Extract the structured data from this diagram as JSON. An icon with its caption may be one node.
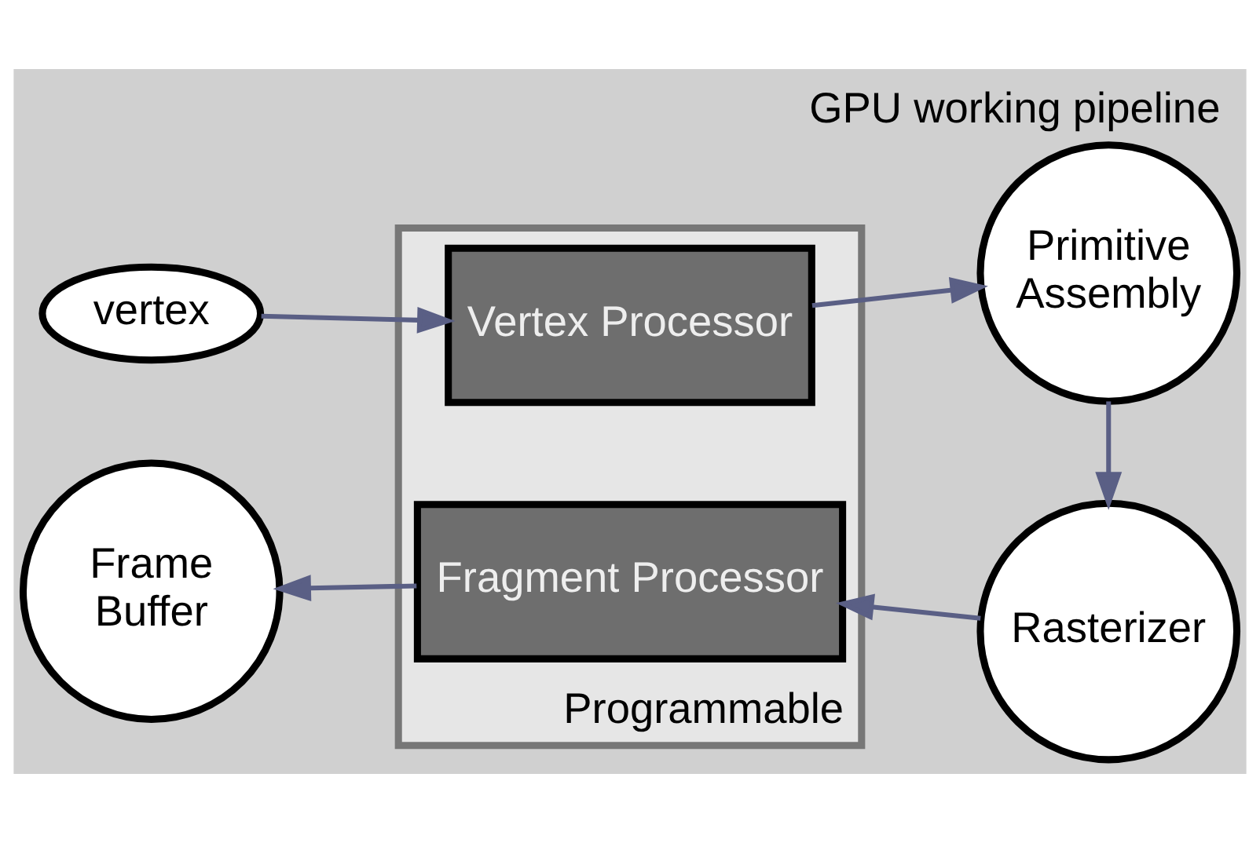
{
  "diagram": {
    "title": "GPU working pipeline",
    "nodes": [
      {
        "text": [
          "vertex"
        ]
      },
      {
        "text": [
          "Programmable"
        ]
      },
      {
        "text": [
          "Vertex Processor"
        ],
        "in": 1
      },
      {
        "text": [
          "Fragment Processor"
        ],
        "in": 1
      },
      {
        "text": [
          "Primitive Assembly"
        ]
      },
      {
        "text": [
          "Rasterizer"
        ]
      },
      {
        "text": [
          "Frame Buffer"
        ]
      }
    ],
    "edges": [
      {
        "from": 0,
        "to": 2,
        "arrow": "to"
      },
      {
        "from": 2,
        "to": 4,
        "arrow": "to"
      },
      {
        "from": 4,
        "to": 5,
        "arrow": "to"
      },
      {
        "from": 5,
        "to": 3,
        "arrow": "to"
      },
      {
        "from": 3,
        "to": 6,
        "arrow": "to"
      }
    ]
  }
}
